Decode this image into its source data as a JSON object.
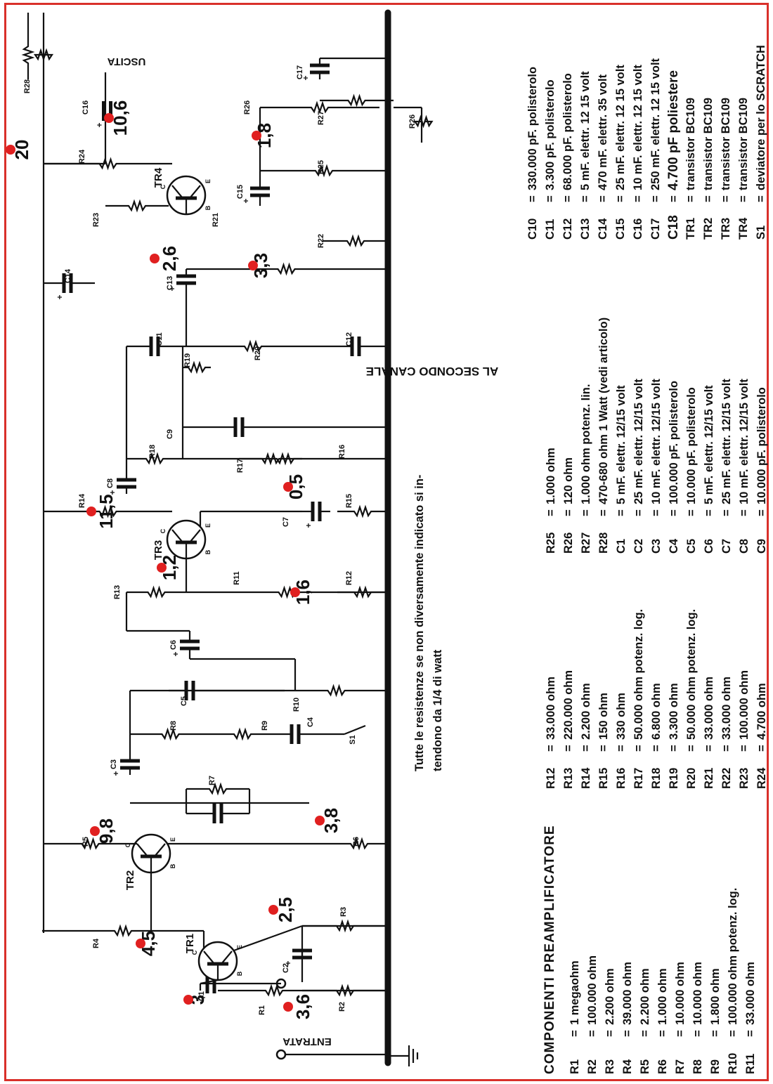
{
  "colors": {
    "accent": "#e02020",
    "frame": "#d9302a",
    "ink": "#111111"
  },
  "labels": {
    "input": "ENTRATA",
    "output": "USCITA",
    "second_channel": "AL SECONDO CANALE",
    "note_line1": "Tutte le resistenze se non diversamente indicato si in-",
    "note_line2": "tendono da 1/4 di watt"
  },
  "transistors": [
    "TR1",
    "TR2",
    "TR3",
    "TR4"
  ],
  "resistors": [
    "R1",
    "R2",
    "R3",
    "R4",
    "R5",
    "R6",
    "R7",
    "R8",
    "R9",
    "R10",
    "R11",
    "R12",
    "R13",
    "R14",
    "R15",
    "R16",
    "R17",
    "R18",
    "R19",
    "R20",
    "R21",
    "R22",
    "R23",
    "R24",
    "R25",
    "R26",
    "R27",
    "R28"
  ],
  "capacitors": [
    "C1",
    "C2",
    "C3",
    "C4",
    "C5",
    "C6",
    "C7",
    "C8",
    "C9",
    "C10",
    "C11",
    "C12",
    "C13",
    "C14",
    "C15",
    "C16",
    "C17"
  ],
  "switch": "S1",
  "voltages": {
    "v1": "3",
    "v2": "3,6",
    "v3": "4,5",
    "v4": "2,5",
    "v5": "9,8",
    "v6": "3,8",
    "v7": "1,2",
    "v8": "1,6",
    "v9": "11,5",
    "v10": "0,5",
    "v11": "2,6",
    "v12": "3,3",
    "v13": "10,6",
    "v14": "1,8",
    "v15": "20"
  },
  "parts_list": {
    "title": "COMPONENTI PREAMPLIFICATORE",
    "col1": [
      {
        "ref": "R1",
        "eq": "=",
        "value": "1 megaohm"
      },
      {
        "ref": "R2",
        "eq": "=",
        "value": "100.000 ohm"
      },
      {
        "ref": "R3",
        "eq": "=",
        "value": "2.200 ohm"
      },
      {
        "ref": "R4",
        "eq": "=",
        "value": "39.000 ohm"
      },
      {
        "ref": "R5",
        "eq": "=",
        "value": "2.200 ohm"
      },
      {
        "ref": "R6",
        "eq": "=",
        "value": "1.000 ohm"
      },
      {
        "ref": "R7",
        "eq": "=",
        "value": "10.000 ohm"
      },
      {
        "ref": "R8",
        "eq": "=",
        "value": "10.000 ohm"
      },
      {
        "ref": "R9",
        "eq": "=",
        "value": "1.800 ohm"
      },
      {
        "ref": "R10",
        "eq": "=",
        "value": "100.000 ohm  potenz.  log."
      },
      {
        "ref": "R11",
        "eq": "=",
        "value": "33.000 ohm"
      }
    ],
    "col2": [
      {
        "ref": "R12",
        "eq": "=",
        "value": "33.000 ohm"
      },
      {
        "ref": "R13",
        "eq": "=",
        "value": "220.000 ohm"
      },
      {
        "ref": "R14",
        "eq": "=",
        "value": "2.200 ohm"
      },
      {
        "ref": "R15",
        "eq": "=",
        "value": "150 ohm"
      },
      {
        "ref": "R16",
        "eq": "=",
        "value": "330 ohm"
      },
      {
        "ref": "R17",
        "eq": "=",
        "value": "50.000 ohm  potenz.  log."
      },
      {
        "ref": "R18",
        "eq": "=",
        "value": "6.800 ohm"
      },
      {
        "ref": "R19",
        "eq": "=",
        "value": "3.300 ohm"
      },
      {
        "ref": "R20",
        "eq": "=",
        "value": "50.000 ohm  potenz.  log."
      },
      {
        "ref": "R21",
        "eq": "=",
        "value": "33.000 ohm"
      },
      {
        "ref": "R22",
        "eq": "=",
        "value": "33.000 ohm"
      },
      {
        "ref": "R23",
        "eq": "=",
        "value": "100.000 ohm"
      },
      {
        "ref": "R24",
        "eq": "=",
        "value": "4.700 ohm"
      }
    ],
    "col3": [
      {
        "ref": "R25",
        "eq": "=",
        "value": "1.000 ohm"
      },
      {
        "ref": "R26",
        "eq": "=",
        "value": "120 ohm"
      },
      {
        "ref": "R27",
        "eq": "=",
        "value": "1.000 ohm  potenz.  lin."
      },
      {
        "ref": "R28",
        "eq": "=",
        "value": "470-680  ohm  1  Watt  (vedi  articolo)"
      },
      {
        "ref": "C1",
        "eq": "=",
        "value": "5 mF.  elettr.  12/15  volt"
      },
      {
        "ref": "C2",
        "eq": "=",
        "value": "25 mF.  elettr.  12/15  volt"
      },
      {
        "ref": "C3",
        "eq": "=",
        "value": "10 mF.  elettr.  12/15  volt"
      },
      {
        "ref": "C4",
        "eq": "=",
        "value": "100.000 pF.  polisterolo"
      },
      {
        "ref": "C5",
        "eq": "=",
        "value": "10.000 pF.  polisterolo"
      },
      {
        "ref": "C6",
        "eq": "=",
        "value": "5 mF.  elettr.  12/15  volt"
      },
      {
        "ref": "C7",
        "eq": "=",
        "value": "25 mF.  elettr.  12/15  volt"
      },
      {
        "ref": "C8",
        "eq": "=",
        "value": "10 mF.  elettr.  12/15  volt"
      },
      {
        "ref": "C9",
        "eq": "=",
        "value": "10.000 pF.  polisterolo"
      }
    ],
    "col4": [
      {
        "ref": "C10",
        "eq": "=",
        "value": "330.000 pF.  polisterolo"
      },
      {
        "ref": "C11",
        "eq": "=",
        "value": "3.300 pF.  polisterolo"
      },
      {
        "ref": "C12",
        "eq": "=",
        "value": "68.000 pF.  polisterolo"
      },
      {
        "ref": "C13",
        "eq": "=",
        "value": "5 mF.  elettr.  12 15  volt"
      },
      {
        "ref": "C14",
        "eq": "=",
        "value": "470 mF.  elettr.  35  volt"
      },
      {
        "ref": "C15",
        "eq": "=",
        "value": "25 mF.  elettr.  12 15  volt"
      },
      {
        "ref": "C16",
        "eq": "=",
        "value": "10 mF.  elettr.  12 15  volt"
      },
      {
        "ref": "C17",
        "eq": "=",
        "value": "250 mF.  elettr.  12 15  volt"
      },
      {
        "ref": "C18",
        "eq": "=",
        "value": "4.700  pF  poliestere"
      },
      {
        "ref": "TR1",
        "eq": "=",
        "value": "transistor  BC109"
      },
      {
        "ref": "TR2",
        "eq": "=",
        "value": "transistor  BC109"
      },
      {
        "ref": "TR3",
        "eq": "=",
        "value": "transistor  BC109"
      },
      {
        "ref": "TR4",
        "eq": "=",
        "value": "transistor  BC109"
      },
      {
        "ref": "S1",
        "eq": "=",
        "value": "deviatore  per  lo  SCRATCH"
      }
    ]
  }
}
